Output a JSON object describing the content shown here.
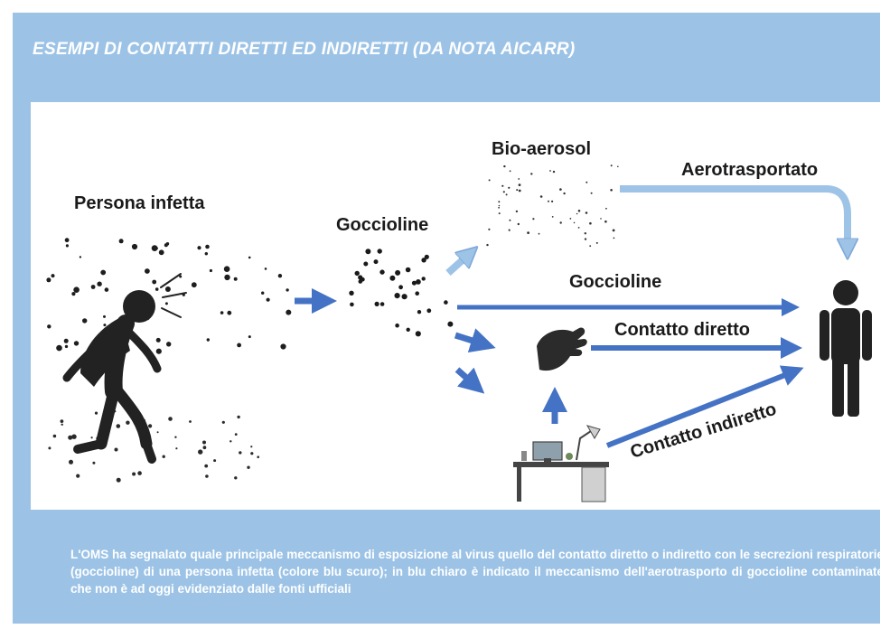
{
  "title": "ESEMPI DI CONTATTI DIRETTI ED INDIRETTI (DA NOTA AICARR)",
  "labels": {
    "infected_person": "Persona infetta",
    "droplets_source": "Goccioline",
    "bioaerosol": "Bio-aerosol",
    "airborne": "Aerotrasportato",
    "droplets_route": "Goccioline",
    "direct_contact": "Contatto diretto",
    "indirect_contact": "Contatto indiretto"
  },
  "caption": "L'OMS ha segnalato quale principale meccanismo di esposizione al virus quello del contatto diretto o indiretto con le secrezioni respiratorie (goccioline) di una persona infetta (colore blu scuro); in blu chiaro è indicato il meccanismo dell'aerotrasporto di goccioline contaminate che non è ad oggi evidenziato dalle fonti ufficiali",
  "icons": [
    "coughing-person-icon",
    "hand-icon",
    "desk-surface-icon",
    "person-icon"
  ],
  "colors": {
    "background": "#9cc3e6",
    "dark_blue_arrow": "#4472c4",
    "light_blue_arrow": "#9dc3e6"
  }
}
